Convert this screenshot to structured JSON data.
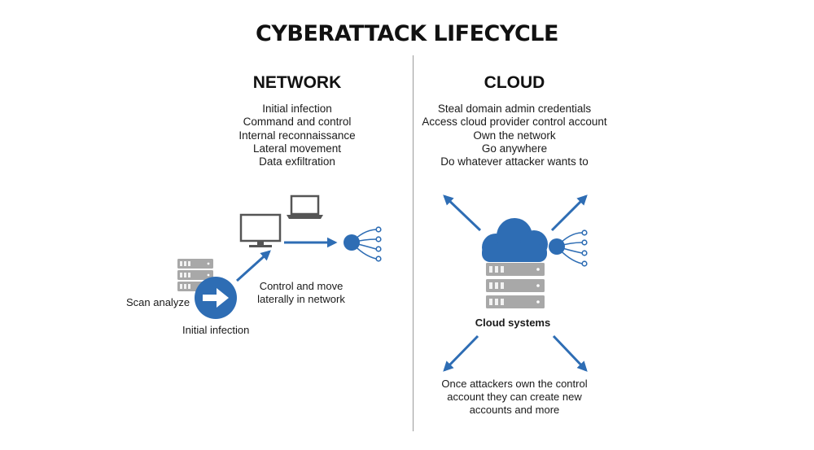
{
  "title": "CYBERATTACK LIFECYCLE",
  "network": {
    "heading": "NETWORK",
    "steps": [
      "Initial infection",
      "Command and control",
      "Internal reconnaissance",
      "Lateral movement",
      "Data exfiltration"
    ],
    "labels": {
      "scan": "Scan analyze",
      "initial": "Initial infection",
      "control_line1": "Control and move",
      "control_line2": "laterally in network"
    }
  },
  "cloud": {
    "heading": "CLOUD",
    "steps": [
      "Steal domain admin credentials",
      "Access cloud provider control account",
      "Own the network",
      "Go anywhere",
      "Do whatever attacker wants to"
    ],
    "systems_label": "Cloud systems",
    "footer": [
      "Once attackers own the control",
      "account they can create new",
      "accounts and more"
    ]
  },
  "colors": {
    "accent": "#2e6db4",
    "server": "#a8a8a8",
    "dark": "#555555"
  },
  "icons": [
    "server-icon",
    "arrow-circle-icon",
    "monitor-icon",
    "laptop-icon",
    "network-node-icon",
    "cloud-icon"
  ]
}
